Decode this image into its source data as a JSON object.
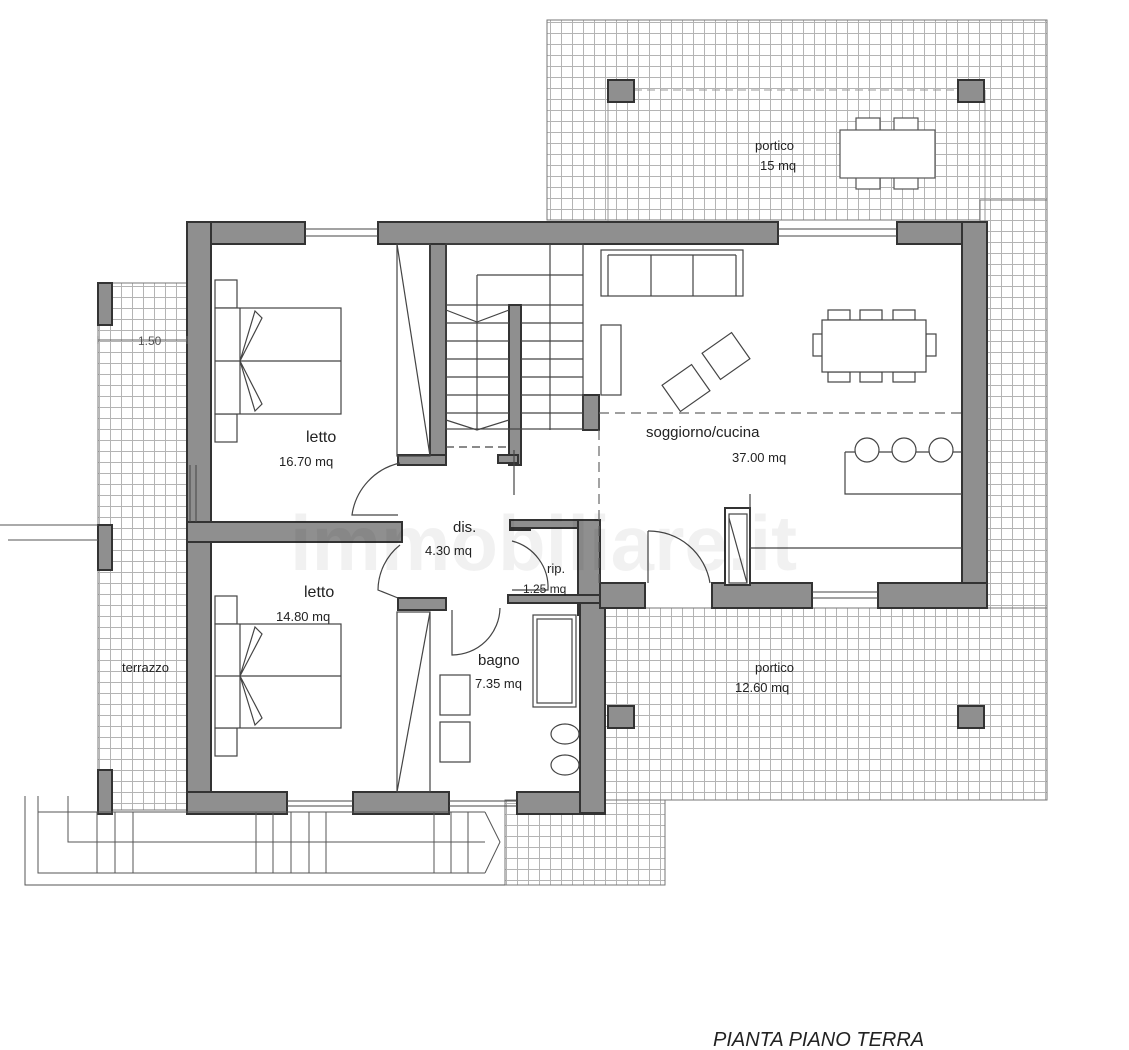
{
  "plan": {
    "title": "PIANTA PIANO TERRA",
    "watermark": "immobiliare.it",
    "colors": {
      "wall": "#8f8f8f",
      "wall_outline": "#333333",
      "tile": "#bdbdbd",
      "line": "#555555",
      "background": "#ffffff"
    },
    "dimension": "1.50"
  },
  "rooms": {
    "portico_north": {
      "name": "portico",
      "area": "15 mq"
    },
    "letto_1": {
      "name": "letto",
      "area": "16.70 mq"
    },
    "soggiorno": {
      "name": "soggiorno/cucina",
      "area": "37.00 mq"
    },
    "dis": {
      "name": "dis.",
      "area": "4.30 mq"
    },
    "rip": {
      "name": "rip.",
      "area": "1.25 mq"
    },
    "letto_2": {
      "name": "letto",
      "area": "14.80 mq"
    },
    "bagno": {
      "name": "bagno",
      "area": "7.35 mq"
    },
    "portico_south": {
      "name": "portico",
      "area": "12.60 mq"
    },
    "terrazzo": {
      "name": "terrazzo"
    }
  }
}
